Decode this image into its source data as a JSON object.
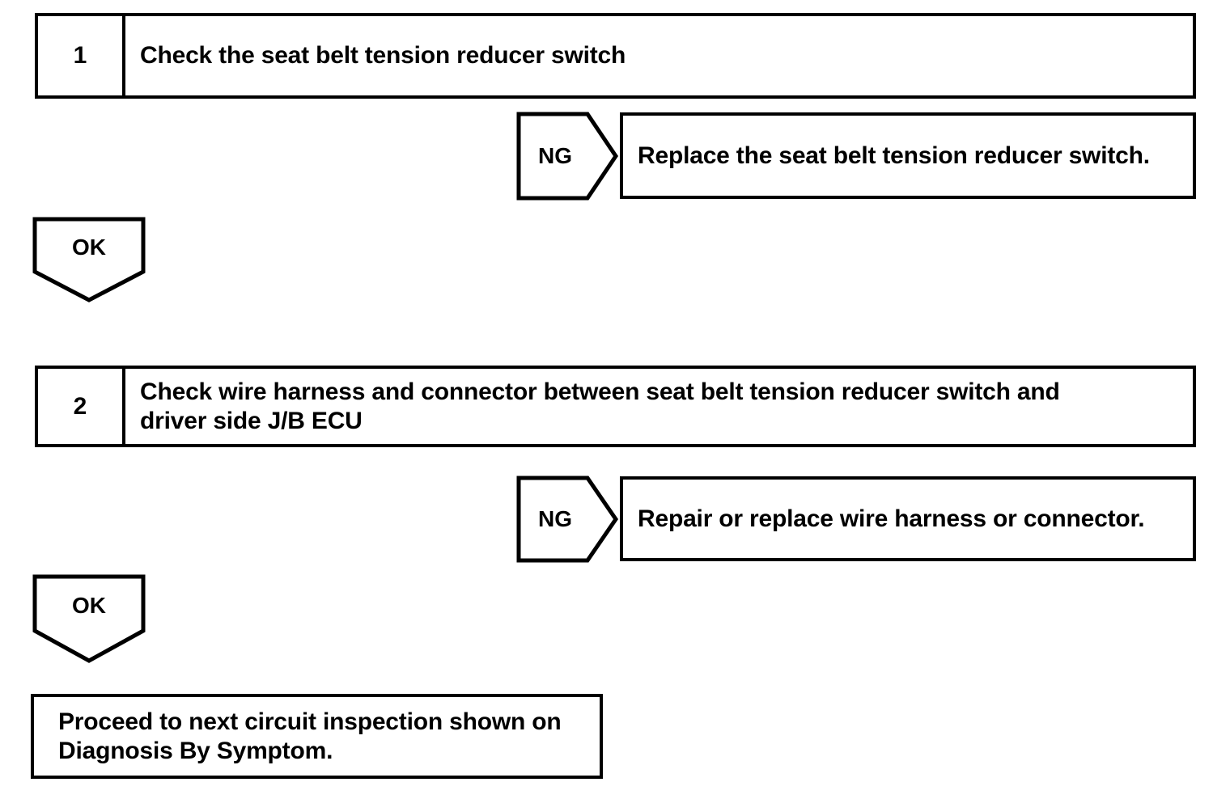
{
  "document": {
    "type": "diagnostic-troubleshooting-flowchart",
    "background_color": "#ffffff",
    "line_color": "#000000"
  },
  "steps": [
    {
      "number": "1",
      "text": "Check the seat belt tension reducer switch"
    },
    {
      "number": "2",
      "text": "Check wire harness and connector between seat belt tension reducer switch and\ndriver side J/B ECU"
    }
  ],
  "ng_branches": [
    {
      "label": "NG",
      "action": "Replace the seat belt tension reducer switch."
    },
    {
      "label": "NG",
      "action": "Repair or replace wire harness or connector."
    }
  ],
  "ok_branches": [
    {
      "label": "OK"
    },
    {
      "label": "OK"
    }
  ],
  "final": {
    "text": "Proceed to next circuit inspection shown on\nDiagnosis By Symptom."
  }
}
